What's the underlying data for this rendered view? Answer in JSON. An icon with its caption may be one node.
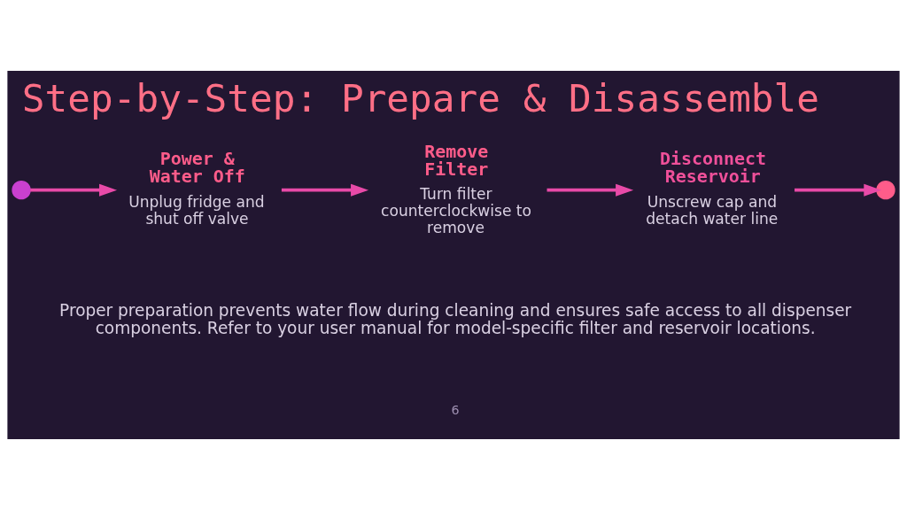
{
  "diagram": {
    "title": "Step-by-Step: Prepare & Disassemble",
    "nodes": [
      {
        "text": [],
        "shape": "circle"
      },
      {
        "text": [
          "Power & Water Off",
          "Unplug fridge and shut off valve"
        ]
      },
      {
        "text": [
          "Remove Filter",
          "Turn filter counterclockwise to remove"
        ]
      },
      {
        "text": [
          "Disconnect Reservoir",
          "Unscrew cap and detach water line"
        ]
      },
      {
        "text": [],
        "shape": "circle"
      }
    ],
    "edges": [
      {
        "from": 0,
        "to": 1,
        "arrow": "to"
      },
      {
        "from": 1,
        "to": 2,
        "arrow": "to"
      },
      {
        "from": 2,
        "to": 3,
        "arrow": "to"
      },
      {
        "from": 3,
        "to": 4,
        "arrow": "to"
      }
    ],
    "labels": [
      "Proper preparation prevents water flow during cleaning and ensures safe access to all dispenser components. Refer to your user manual for model-specific filter and reservoir locations.",
      "6"
    ]
  }
}
